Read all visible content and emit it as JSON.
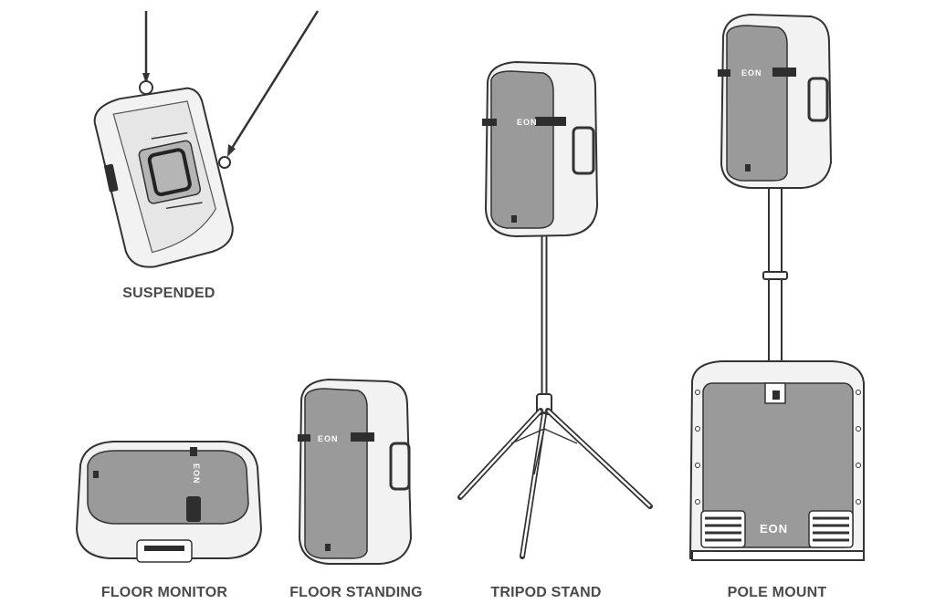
{
  "mounting_options": [
    {
      "id": "suspended",
      "label": "SUSPENDED"
    },
    {
      "id": "floor-monitor",
      "label": "FLOOR MONITOR"
    },
    {
      "id": "floor-standing",
      "label": "FLOOR STANDING"
    },
    {
      "id": "tripod-stand",
      "label": "TRIPOD STAND"
    },
    {
      "id": "pole-mount",
      "label": "POLE MOUNT"
    }
  ],
  "brand": {
    "logo_text": "EON"
  },
  "colors": {
    "grille": "#9a9a9a",
    "cabinet": "#f2f2f2",
    "outline": "#333333",
    "caption": "#4a4a4a"
  }
}
